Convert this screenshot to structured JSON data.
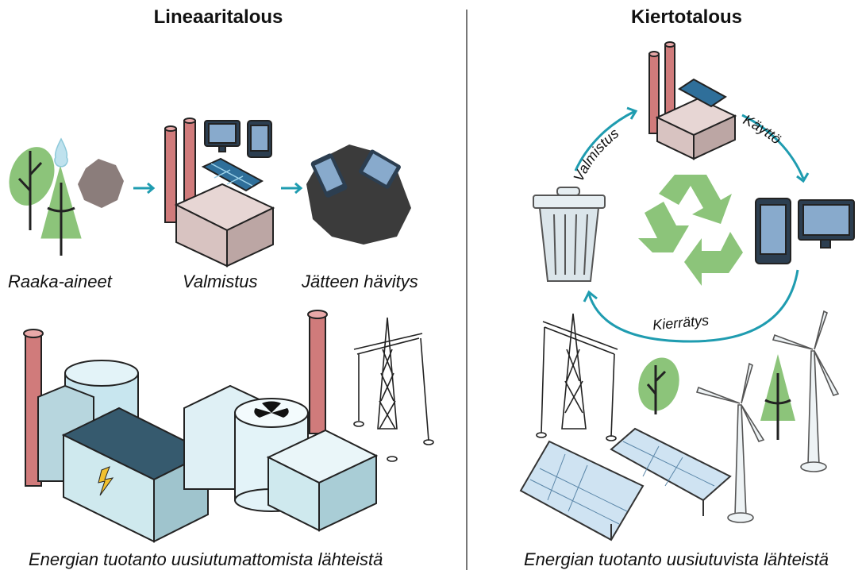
{
  "linear": {
    "title": "Lineaaritalous",
    "steps": [
      "Raaka-aineet",
      "Valmistus",
      "Jätteen hävitys"
    ],
    "footer": "Energian tuotanto uusiutumattomista lähteistä"
  },
  "circular": {
    "title": "Kiertotalous",
    "cycle": {
      "manufacturing": "Valmistus",
      "use": "Käyttö",
      "recycling": "Kierrätys"
    },
    "footer": "Energian tuotanto uusiutuvista lähteistä"
  },
  "colors": {
    "arrow": "#1f9cb0",
    "recycle": "#8cc47a",
    "chimney": "#d07b7b",
    "tree": "#8cc47a",
    "solar": "#2f6f9a",
    "factory_wall": "#d8c3c1"
  }
}
